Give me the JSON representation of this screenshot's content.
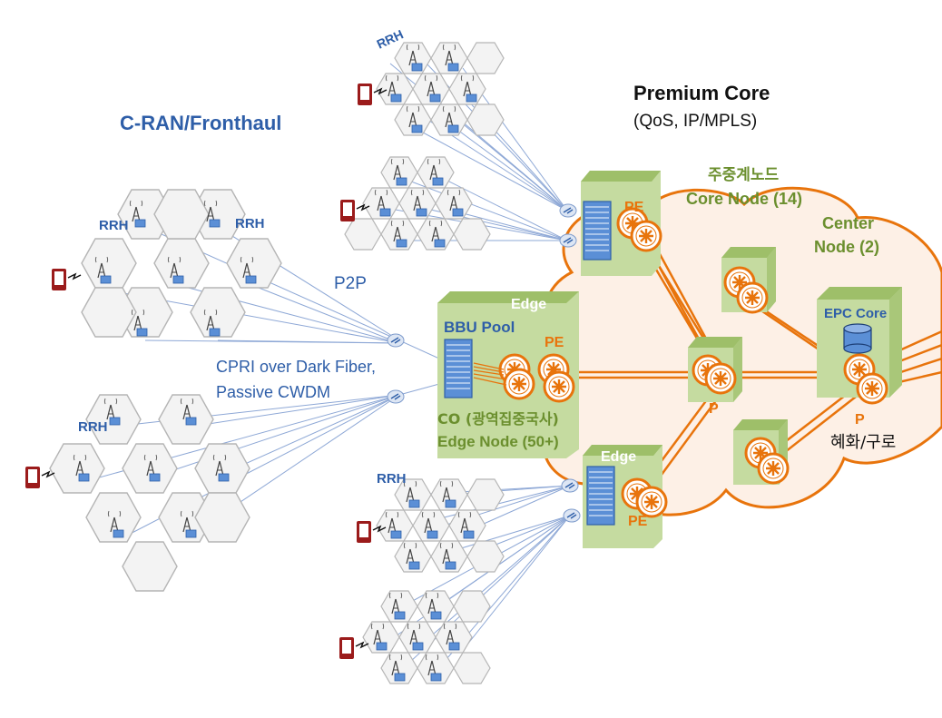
{
  "labels": {
    "cran_title": "C-RAN/Fronthaul",
    "rrh": "RRH",
    "p2p": "P2P",
    "cpri_line1": "CPRI over Dark Fiber,",
    "cpri_line2": "Passive CWDM",
    "premium_core": "Premium Core",
    "premium_sub": "(QoS, IP/MPLS)",
    "core_node_kr": "주중계노드",
    "core_node": "Core Node (14)",
    "center_line1": "Center",
    "center_line2": "Node (2)",
    "edge": "Edge",
    "bbu_pool": "BBU Pool",
    "pe": "PE",
    "p": "P",
    "co_line": "CO (광역집중국사)",
    "edge_node": "Edge Node (50+)",
    "epc_core": "EPC Core",
    "site": "혜화/구로"
  },
  "colors": {
    "blue_text": "#2e5ea8",
    "green_text": "#6b8f2e",
    "orange": "#e8740c",
    "cloud_fill": "#fdf0e6",
    "node_green": "#c5dba0",
    "phone_red": "#9b1b1b",
    "black": "#111111"
  },
  "icons": [
    "router-icon",
    "server-rack-icon",
    "cell-tower-icon",
    "phone-icon",
    "database-icon",
    "coupler-icon"
  ]
}
